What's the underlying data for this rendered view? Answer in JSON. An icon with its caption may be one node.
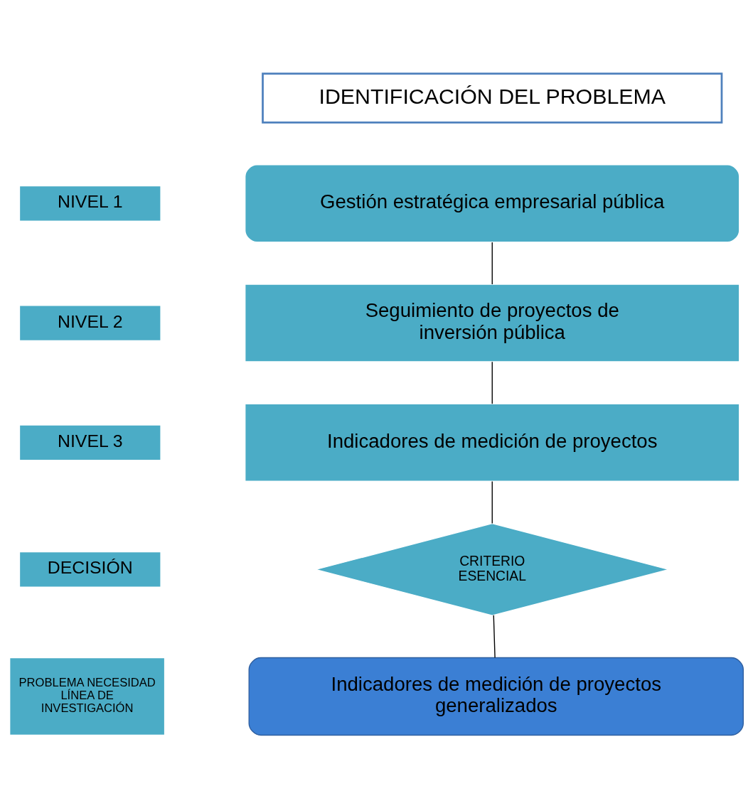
{
  "diagram": {
    "nodes": [
      {
        "text": [
          "IDENTIFICACIÓN DEL PROBLEMA"
        ]
      },
      {
        "text": [
          "NIVEL 1"
        ]
      },
      {
        "text": [
          "Gestión estratégica empresarial pública"
        ]
      },
      {
        "text": [
          "NIVEL 2"
        ]
      },
      {
        "text": [
          "Seguimiento de proyectos de inversión pública"
        ]
      },
      {
        "text": [
          "NIVEL 3"
        ]
      },
      {
        "text": [
          "Indicadores de medición de proyectos"
        ]
      },
      {
        "text": [
          "DECISIÓN"
        ]
      },
      {
        "text": [
          "CRITERIO ESENCIAL"
        ]
      },
      {
        "text": [
          "PROBLEMA NECESIDAD LÍNEA DE INVESTIGACIÓN"
        ]
      },
      {
        "text": [
          "Indicadores de medición de proyectos generalizados"
        ]
      }
    ],
    "edges": [
      {
        "from": 2,
        "to": 4,
        "arrow": "none"
      },
      {
        "from": 4,
        "to": 6,
        "arrow": "none"
      },
      {
        "from": 6,
        "to": 8,
        "arrow": "none"
      },
      {
        "from": 8,
        "to": 10,
        "arrow": "none"
      }
    ]
  }
}
